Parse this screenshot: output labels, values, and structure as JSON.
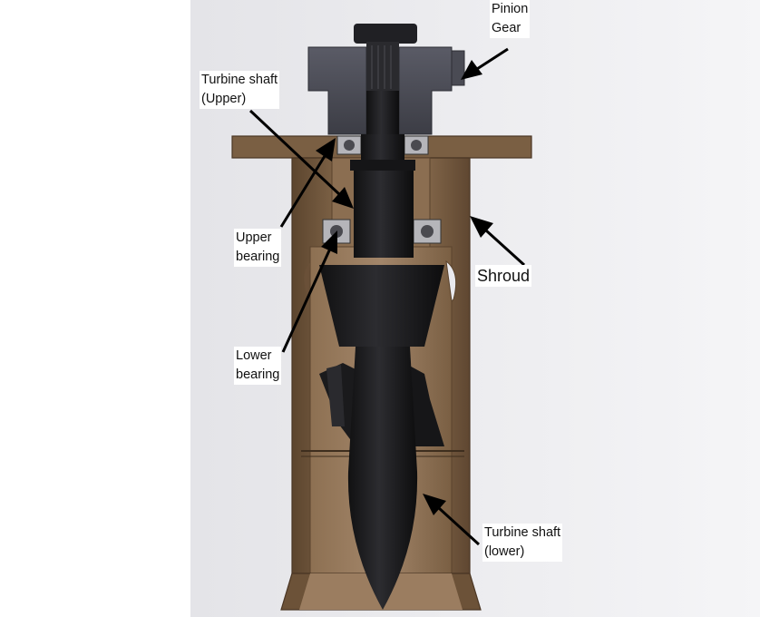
{
  "colors": {
    "background_left": "#e6e6ea",
    "background_right": "#f4f4f6",
    "shroud": "#7a5f43",
    "shroud_dark": "#4a3624",
    "gear": "#4b4c55",
    "shaft": "#1d1d1f",
    "arrow": "#000000"
  },
  "labels": {
    "pinion_gear": {
      "line1": "Pinion",
      "line2": "Gear"
    },
    "turbine_shaft_upper": {
      "line1": "Turbine shaft",
      "line2": "(Upper)"
    },
    "upper_bearing": {
      "line1": "Upper",
      "line2": "bearing"
    },
    "lower_bearing": {
      "line1": "Lower",
      "line2": "bearing"
    },
    "shroud": {
      "line1": "Shroud"
    },
    "turbine_shaft_lower": {
      "line1": "Turbine shaft",
      "line2": "(lower)"
    }
  }
}
